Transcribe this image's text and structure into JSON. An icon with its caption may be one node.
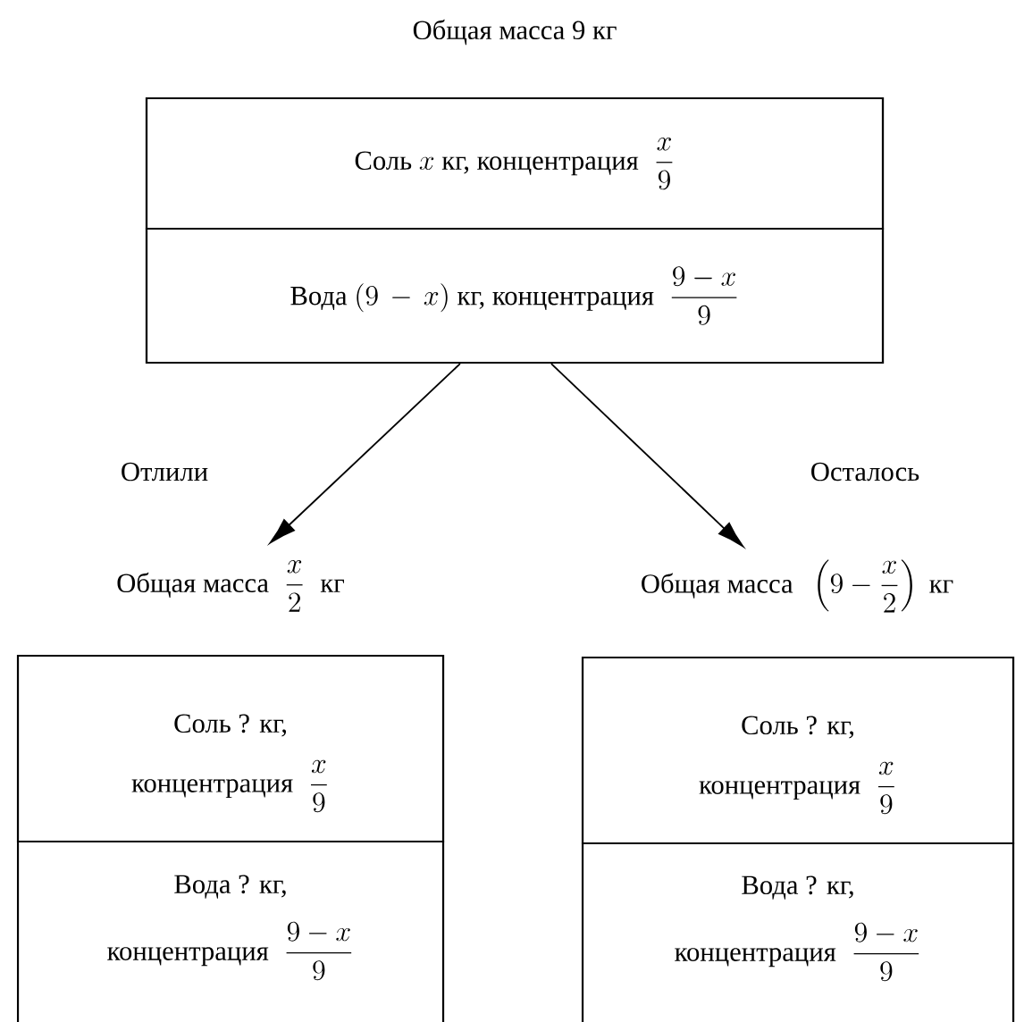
{
  "diagram": {
    "nodes": [
      {
        "text": [
          "Общая масса 9 кг"
        ]
      },
      {
        "text": [
          "\\text{Соль } x\\text{ кг, концентрация }\\;\\dfrac{x}{9}"
        ],
        "in": 0
      },
      {
        "text": [
          "\\text{Вода } (9\\,-\\,x)\\text{ кг, концентрация }\\;\\dfrac{9-x}{9}"
        ],
        "in": 0
      },
      {
        "text": [
          "\\text{Общая масса }\\;\\dfrac{x}{2}\\;\\text{ кг}"
        ]
      },
      {
        "text": [
          "Соль ? кг,",
          "\\text{концентрация }\\;\\dfrac{x}{9}"
        ],
        "in": 3
      },
      {
        "text": [
          "Вода ? кг,",
          "\\text{концентрация }\\;\\dfrac{9-x}{9}"
        ],
        "in": 3
      },
      {
        "text": [
          "\\text{Общая масса }\\;\\left(9-\\dfrac{x}{2}\\right)\\text{ кг}"
        ]
      },
      {
        "text": [
          "Соль ? кг,",
          "\\text{концентрация }\\;\\dfrac{x}{9}"
        ],
        "in": 6
      },
      {
        "text": [
          "Вода ? кг,",
          "\\text{концентрация }\\;\\dfrac{9-x}{9}"
        ],
        "in": 6
      }
    ],
    "edges": [
      {
        "from": 0,
        "to": 3,
        "arrow": "to",
        "label": "Отлили"
      },
      {
        "from": 0,
        "to": 6,
        "arrow": "to",
        "label": "Осталось"
      }
    ]
  }
}
